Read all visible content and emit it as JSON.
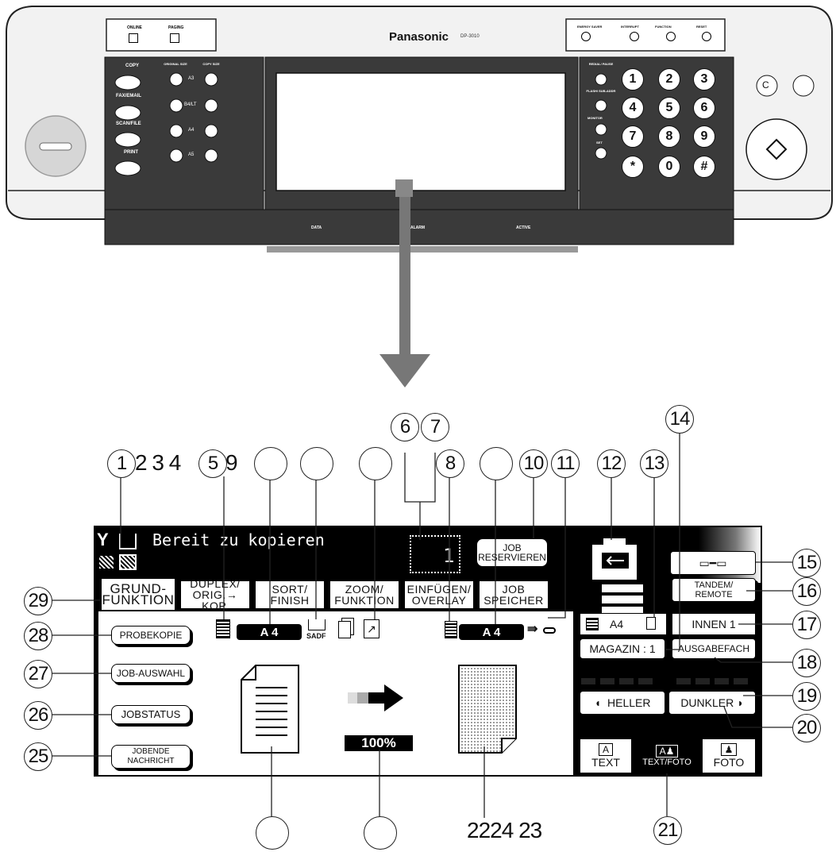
{
  "panel": {
    "online_label": "ONLINE",
    "paging_label": "PAGING",
    "brand": "Panasonic",
    "model": "DP-3010",
    "energy_saver_label": "ENERGY SAVER",
    "interrupt_label": "INTERRUPT",
    "function_label": "FUNCTION",
    "reset_label": "RESET",
    "copy_label": "COPY",
    "fax_email_label": "FAX/EMAIL",
    "scan_file_label": "SCAN/FILE",
    "print_label": "PRINT",
    "original_size_label": "ORIGINAL SIZE",
    "copy_size_label": "COPY SIZE",
    "size_a3": "A3",
    "size_b4": "B4/LT",
    "size_a4": "A4",
    "size_a5": "A5",
    "redial_label": "REDIAL/ PAUSE",
    "flash_label": "FLASH/ SUB-ADDR",
    "monitor_label": "MONITOR",
    "set_label": "SET",
    "data_label": "DATA",
    "alarm_label": "ALARM",
    "active_label": "ACTIVE",
    "clear_key": "C",
    "keys": [
      "1",
      "2",
      "3",
      "4",
      "5",
      "6",
      "7",
      "8",
      "9",
      "*",
      "0",
      "#"
    ]
  },
  "screen": {
    "status_text": "Bereit zu kopieren",
    "copy_count": "1",
    "job_reserve": [
      "JOB",
      "RESERVIEREN"
    ],
    "tabs": [
      [
        "GRUND-",
        "FUNKTION"
      ],
      [
        "DUPLEX/",
        "ORIG.→ KOP."
      ],
      [
        "SORT/",
        "FINISH"
      ],
      [
        "ZOOM/",
        "FUNKTION"
      ],
      [
        "EINFÜGEN/",
        "OVERLAY"
      ],
      [
        "JOB",
        "SPEICHER"
      ]
    ],
    "probekopie": "PROBEKOPIE",
    "job_auswahl": "JOB-AUSWAHL",
    "jobstatus": "JOBSTATUS",
    "jobende": [
      "JOBENDE",
      "NACHRICHT"
    ],
    "orig_size": "A 4",
    "copy_size": "A 4",
    "sadf": "SADF",
    "zoom": "100%",
    "paper_size": "A4",
    "tandem": [
      "TANDEM/",
      "REMOTE"
    ],
    "innen": "INNEN 1",
    "magazin": "MAGAZIN : 1",
    "ausgabefach": "AUSGABEFACH",
    "heller": "HELLER",
    "dunkler": "DUNKLER",
    "text_mode": "TEXT",
    "textfoto_mode": "TEXT/FOTO",
    "foto_mode": "FOTO"
  },
  "callouts": {
    "c1": "1",
    "c2_4": "2 3 4",
    "c5": "5",
    "c9": "9",
    "c6": "6",
    "c7": "7",
    "c8": "8",
    "c10": "10",
    "c11": "11",
    "c12": "12",
    "c13": "13",
    "c14": "14",
    "c15": "15",
    "c16": "16",
    "c17": "17",
    "c18": "18",
    "c19": "19",
    "c20": "20",
    "c21": "21",
    "c22_24_23": "2224 23",
    "c25": "25",
    "c26": "26",
    "c27": "27",
    "c28": "28",
    "c29": "29"
  }
}
